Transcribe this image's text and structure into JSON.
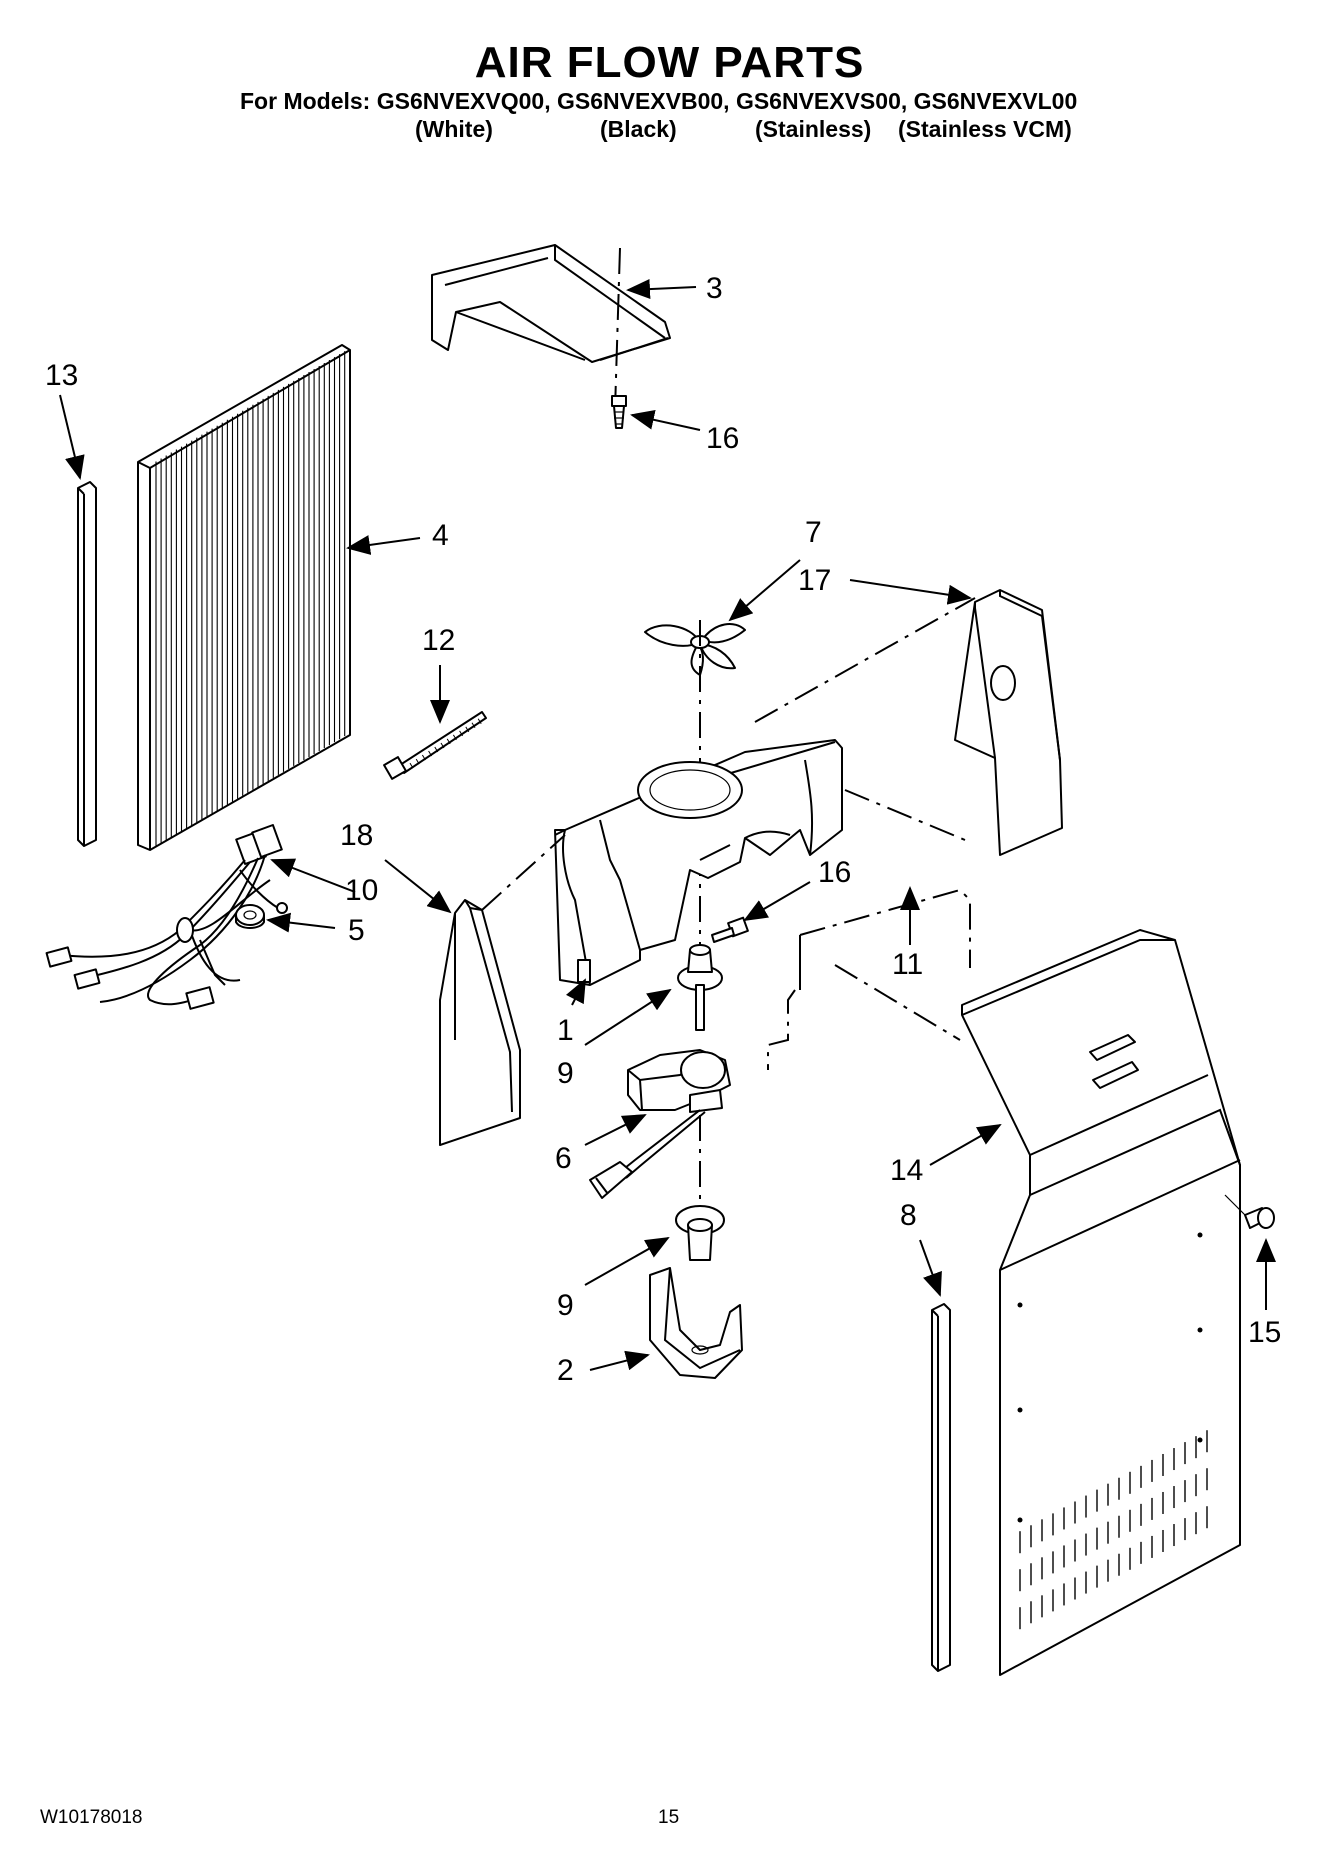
{
  "header": {
    "title": "AIR FLOW PARTS",
    "models_line": "For Models: GS6NVEXVQ00, GS6NVEXVB00, GS6NVEXVS00, GS6NVEXVL00",
    "colors": [
      "(White)",
      "(Black)",
      "(Stainless)",
      "(Stainless VCM)"
    ]
  },
  "callouts": {
    "c1": "1",
    "c2": "2",
    "c3": "3",
    "c4": "4",
    "c5": "5",
    "c6": "6",
    "c7": "7",
    "c8": "8",
    "c9a": "9",
    "c9b": "9",
    "c10": "10",
    "c11": "11",
    "c12": "12",
    "c13": "13",
    "c14": "14",
    "c15": "15",
    "c16a": "16",
    "c16b": "16",
    "c17": "17",
    "c18": "18"
  },
  "footer": {
    "doc_number": "W10178018",
    "page_number": "15"
  }
}
